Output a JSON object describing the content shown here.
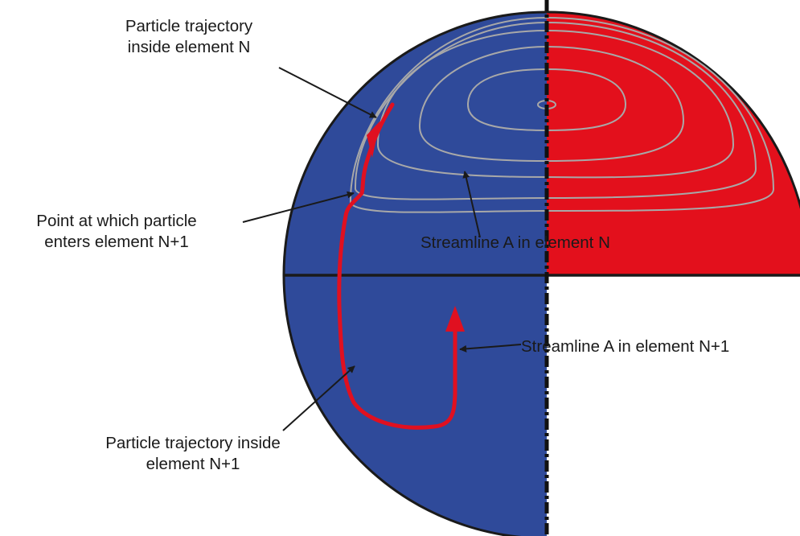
{
  "labels": {
    "trajectory_n": [
      "Particle trajectory",
      "inside element N"
    ],
    "entry_point": [
      "Point at which particle",
      "enters element N+1"
    ],
    "streamline_n": "Streamline A in element N",
    "streamline_n1": "Streamline A in element N+1",
    "trajectory_n1": [
      "Particle trajectory inside",
      "element N+1"
    ]
  },
  "colors": {
    "element_blue": "#2f4a9a",
    "element_red": "#e3101c",
    "trajectory": "#e01020",
    "streamline": "#a8a8a8",
    "boundary": "#1a1a1a"
  }
}
